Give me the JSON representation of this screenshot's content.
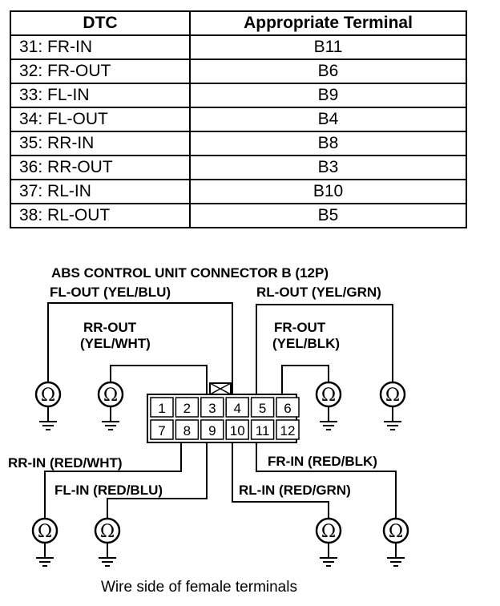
{
  "table": {
    "header": {
      "dtc": "DTC",
      "terminal": "Appropriate Terminal"
    },
    "rows": [
      {
        "dtc": "31: FR-IN",
        "terminal": "B11"
      },
      {
        "dtc": "32: FR-OUT",
        "terminal": "B6"
      },
      {
        "dtc": "33: FL-IN",
        "terminal": "B9"
      },
      {
        "dtc": "34: FL-OUT",
        "terminal": "B4"
      },
      {
        "dtc": "35: RR-IN",
        "terminal": "B8"
      },
      {
        "dtc": "36: RR-OUT",
        "terminal": "B3"
      },
      {
        "dtc": "37: RL-IN",
        "terminal": "B10"
      },
      {
        "dtc": "38: RL-OUT",
        "terminal": "B5"
      }
    ]
  },
  "diagram": {
    "title": "ABS CONTROL UNIT CONNECTOR B (12P)",
    "labels": {
      "fl_out": "FL-OUT (YEL/BLU)",
      "rl_out": "RL-OUT (YEL/GRN)",
      "rr_out_1": "RR-OUT",
      "rr_out_2": "(YEL/WHT)",
      "fr_out_1": "FR-OUT",
      "fr_out_2": "(YEL/BLK)",
      "rr_in": "RR-IN (RED/WHT)",
      "fr_in": "FR-IN (RED/BLK)",
      "fl_in": "FL-IN (RED/BLU)",
      "rl_in": "RL-IN (RED/GRN)"
    },
    "pins_top": [
      "1",
      "2",
      "3",
      "4",
      "5",
      "6"
    ],
    "pins_bottom": [
      "7",
      "8",
      "9",
      "10",
      "11",
      "12"
    ],
    "ohm_symbol": "Ω",
    "caption": "Wire side of female terminals"
  }
}
